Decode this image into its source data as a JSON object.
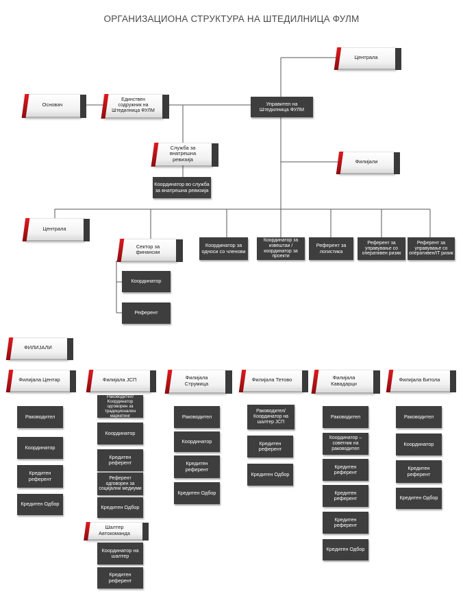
{
  "title": "ОРГАНИЗАЦИОНА СТРУКТУРА НА ШТЕДИЛНИЦА ФУЛМ",
  "colors": {
    "accent": "#d0161c",
    "dark_box": "#3e3e3e",
    "line": "#555555"
  },
  "top": {
    "centrala": "Централа",
    "osnovach": "Основач",
    "sodruzhnik": "Единствен содружник на Штедилница ФУЛМ",
    "upravitel": "Управител на Штедилница ФУЛМ",
    "filijali": "Филијали",
    "revizija": "Служба за внатрешна ревизија",
    "koordinator_revizija": "Координатор во служба за внатрешна ревизија"
  },
  "central": {
    "label": "Централа",
    "sektor_finansii": "Сектор за финансии",
    "finance_items": [
      "Координатор",
      "Референт"
    ],
    "staff": [
      "Координатор за односи со членови",
      "Координатор за извештаи /координатор за проекти",
      "Референт за логистика",
      "Референт за управување со оперативен ризик",
      "Референт за управување со оперативен/IT ризик"
    ]
  },
  "branches_label": "ФИЛИЈАЛИ",
  "branches": [
    {
      "name": "Филијала Центар",
      "roles": [
        "Раководител",
        "Координатор",
        "Кредитен референт",
        "Кредитен Одбор"
      ]
    },
    {
      "name": "Филијала ЈСП",
      "roles": [
        "Раководител/Координатор одговорен за традиционален маркетинг",
        "Координатор",
        "Кредитен референт",
        "Референт одговорен за социјални медиуми",
        "Кредитен Одбор"
      ],
      "sub": {
        "name": "Шалтер Автокоманда",
        "roles": [
          "Координатор на шалтер",
          "Кредитен референт"
        ]
      }
    },
    {
      "name": "Филијала Струмица",
      "roles": [
        "Раководител",
        "Координатор",
        "Кредитен референт",
        "Кредитен Одбор"
      ]
    },
    {
      "name": "Филијала Тетово",
      "roles": [
        "Раководител/Координатор на шалтер ЈСП",
        "Кредитен референт",
        "Кредитен Одбор"
      ]
    },
    {
      "name": "Филијала Кавадарци",
      "roles": [
        "Раководител",
        "Координатор – советник на раководител",
        "Кредитен референт",
        "Кредитен референт",
        "Кредитен референт",
        "Кредитен Одбор"
      ]
    },
    {
      "name": "Филијала Битола",
      "roles": [
        "Раководител",
        "Координатор",
        "Кредитен референт",
        "Кредитен Одбор"
      ]
    }
  ]
}
